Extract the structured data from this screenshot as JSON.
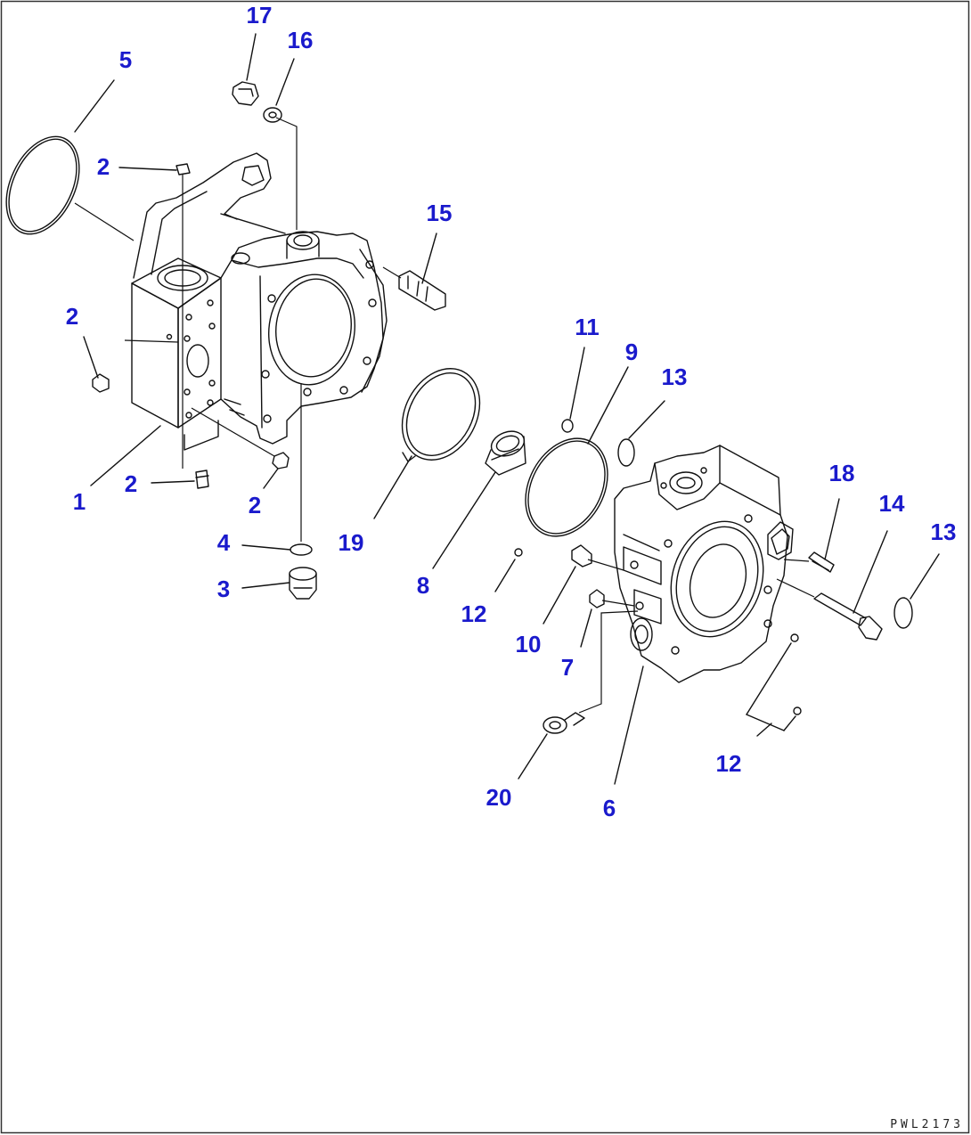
{
  "drawing_code": "PWL2173",
  "colors": {
    "callout": "#1a1acc",
    "line": "#111111",
    "background": "#ffffff"
  },
  "callouts": [
    "17",
    "16",
    "5",
    "2",
    "15",
    "2",
    "11",
    "9",
    "13",
    "18",
    "14",
    "13",
    "1",
    "2",
    "2",
    "19",
    "4",
    "3",
    "8",
    "12",
    "10",
    "7",
    "12",
    "20",
    "6"
  ]
}
